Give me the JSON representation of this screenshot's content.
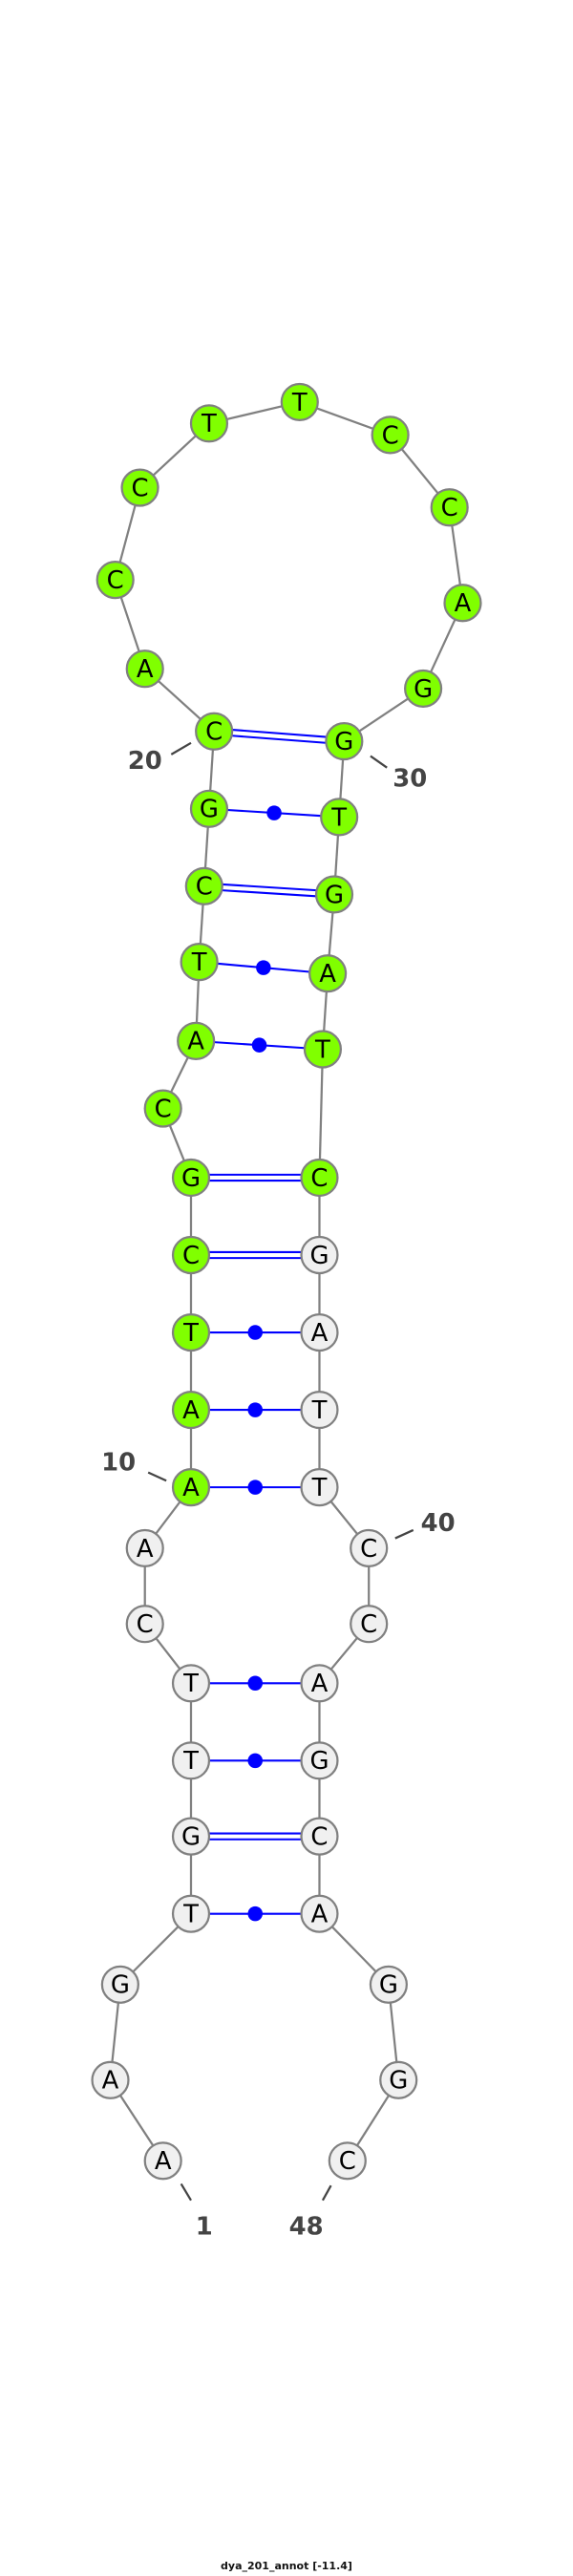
{
  "title": "dya_201_annot [-11.4]",
  "sequence": "AAGTGTTCAAATCGCATCGCACCTTCCAGGTGATCGATTCCAGCAGGC",
  "highlight_range": [
    10,
    35
  ],
  "colors": {
    "highlight_fill": "#80ff00",
    "default_fill": "#f0f0f0",
    "node_stroke": "#808080",
    "backbone": "#808080",
    "pair": "#0000ff",
    "label": "#444444"
  },
  "pairs": [
    {
      "i": 4,
      "j": 45,
      "type": "dot"
    },
    {
      "i": 5,
      "j": 44,
      "type": "double"
    },
    {
      "i": 6,
      "j": 43,
      "type": "dot"
    },
    {
      "i": 7,
      "j": 42,
      "type": "dot"
    },
    {
      "i": 10,
      "j": 39,
      "type": "dot"
    },
    {
      "i": 11,
      "j": 38,
      "type": "dot"
    },
    {
      "i": 12,
      "j": 37,
      "type": "dot"
    },
    {
      "i": 13,
      "j": 36,
      "type": "double"
    },
    {
      "i": 14,
      "j": 35,
      "type": "double"
    },
    {
      "i": 16,
      "j": 34,
      "type": "dot"
    },
    {
      "i": 17,
      "j": 33,
      "type": "dot"
    },
    {
      "i": 18,
      "j": 32,
      "type": "double"
    },
    {
      "i": 19,
      "j": 31,
      "type": "dot"
    },
    {
      "i": 20,
      "j": 30,
      "type": "double"
    }
  ],
  "position_labels": [
    "1",
    "10",
    "20",
    "30",
    "40",
    "48"
  ]
}
